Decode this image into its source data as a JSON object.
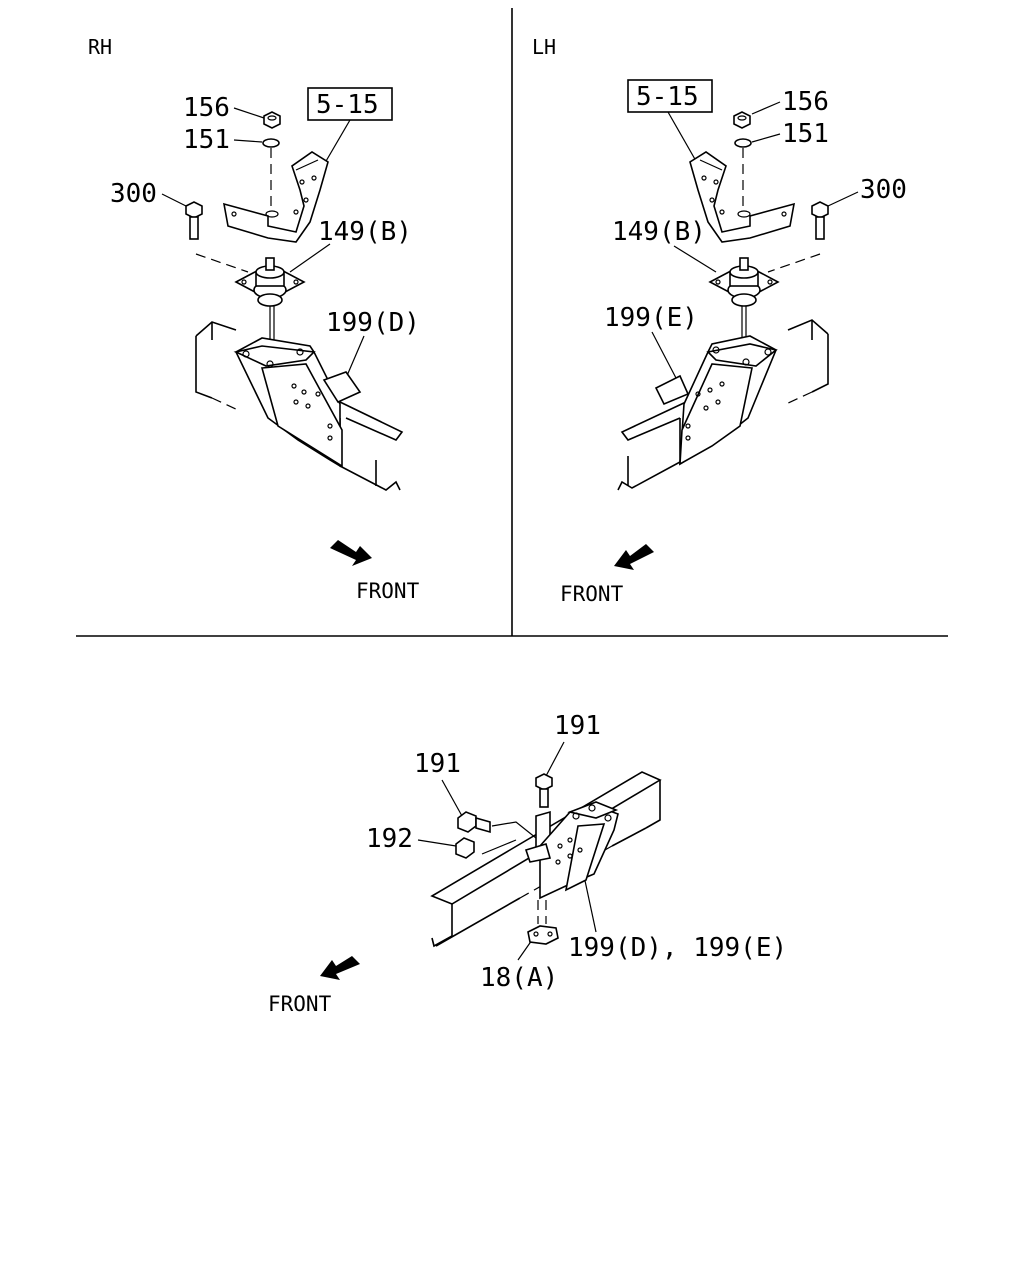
{
  "panels": {
    "rh": {
      "side_label": "RH",
      "ref_box": "5-15",
      "labels": {
        "nut": "156",
        "washer": "151",
        "bolt": "300",
        "mount": "149(B)",
        "bracket": "199(D)"
      },
      "front_label": "FRONT"
    },
    "lh": {
      "side_label": "LH",
      "ref_box": "5-15",
      "labels": {
        "nut": "156",
        "washer": "151",
        "bolt": "300",
        "mount": "149(B)",
        "bracket": "199(E)"
      },
      "front_label": "FRONT"
    },
    "bottom": {
      "labels": {
        "bolt_top": "191",
        "bolt_side": "191",
        "nut": "192",
        "bracket": "199(D), 199(E)",
        "plate": "18(A)"
      },
      "front_label": "FRONT"
    }
  }
}
